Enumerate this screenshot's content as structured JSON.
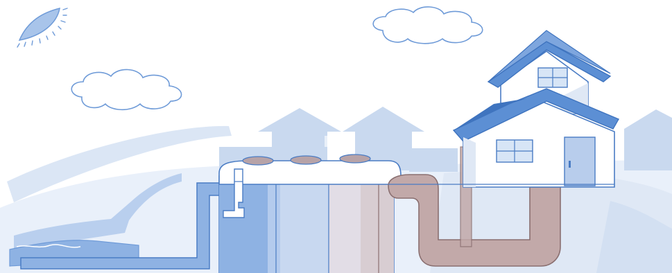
{
  "image": {
    "kind": "illustration",
    "elements": [
      "sun-icon",
      "cloud-icon",
      "house-icon",
      "septic-tank",
      "pipe",
      "stream"
    ]
  },
  "palette": {
    "sky": "#ffffff",
    "hill_light": "#e9f0fa",
    "hill_mid": "#d6e3f4",
    "house_far": "#c9d9ef",
    "roof": "#5c8fd4",
    "roof_dark": "#3f74bf",
    "wall": "#ffffff",
    "wall_shade": "#dfe8f5",
    "outline": "#4a7cc4",
    "water": "#8eb2e3",
    "water_dark": "#6f9bd8",
    "pipe_brown": "#c2a9a9",
    "pipe_brown_dark": "#8a6f70",
    "tank_lid": "#b7a3a8",
    "window": "#d7e5f6"
  }
}
